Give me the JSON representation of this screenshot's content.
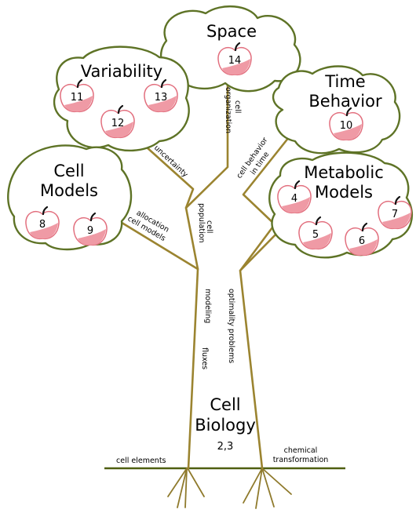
{
  "clouds": {
    "space": {
      "title_lines": [
        "Space"
      ],
      "apples": [
        "14"
      ]
    },
    "variability": {
      "title_lines": [
        "Variability"
      ],
      "apples": [
        "11",
        "12",
        "13"
      ]
    },
    "time_behavior": {
      "title_lines": [
        "Time",
        "Behavior"
      ],
      "apples": [
        "10"
      ]
    },
    "cell_models": {
      "title_lines": [
        "Cell",
        "Models"
      ],
      "apples": [
        "8",
        "9"
      ]
    },
    "metabolic_models": {
      "title_lines": [
        "Metabolic",
        "Models"
      ],
      "apples": [
        "4",
        "5",
        "6",
        "7"
      ]
    }
  },
  "trunk": {
    "title_lines": [
      "Cell",
      "Biology"
    ],
    "refs": "2,3"
  },
  "branch_labels": {
    "uncertainty": [
      "uncertainty"
    ],
    "cell_organization": [
      "cell",
      "organization"
    ],
    "cell_behavior_in_time": [
      "cell behavior",
      "in time"
    ],
    "cell_population": [
      "cell",
      "population"
    ],
    "allocation_cell_models": [
      "allocation",
      "cell models"
    ],
    "modeling": [
      "modeling"
    ],
    "fluxes": [
      "fluxes"
    ],
    "optimality_problems": [
      "optimality problems"
    ]
  },
  "root_labels": {
    "cell_elements": [
      "cell elements"
    ],
    "chemical_transformation": [
      "chemical",
      "transformation"
    ]
  },
  "colors": {
    "trunk": "#9b8430",
    "cloud_border": "#5e7326",
    "apple_outline": "#e26f7e",
    "apple_fill": "#ef9aa5"
  }
}
